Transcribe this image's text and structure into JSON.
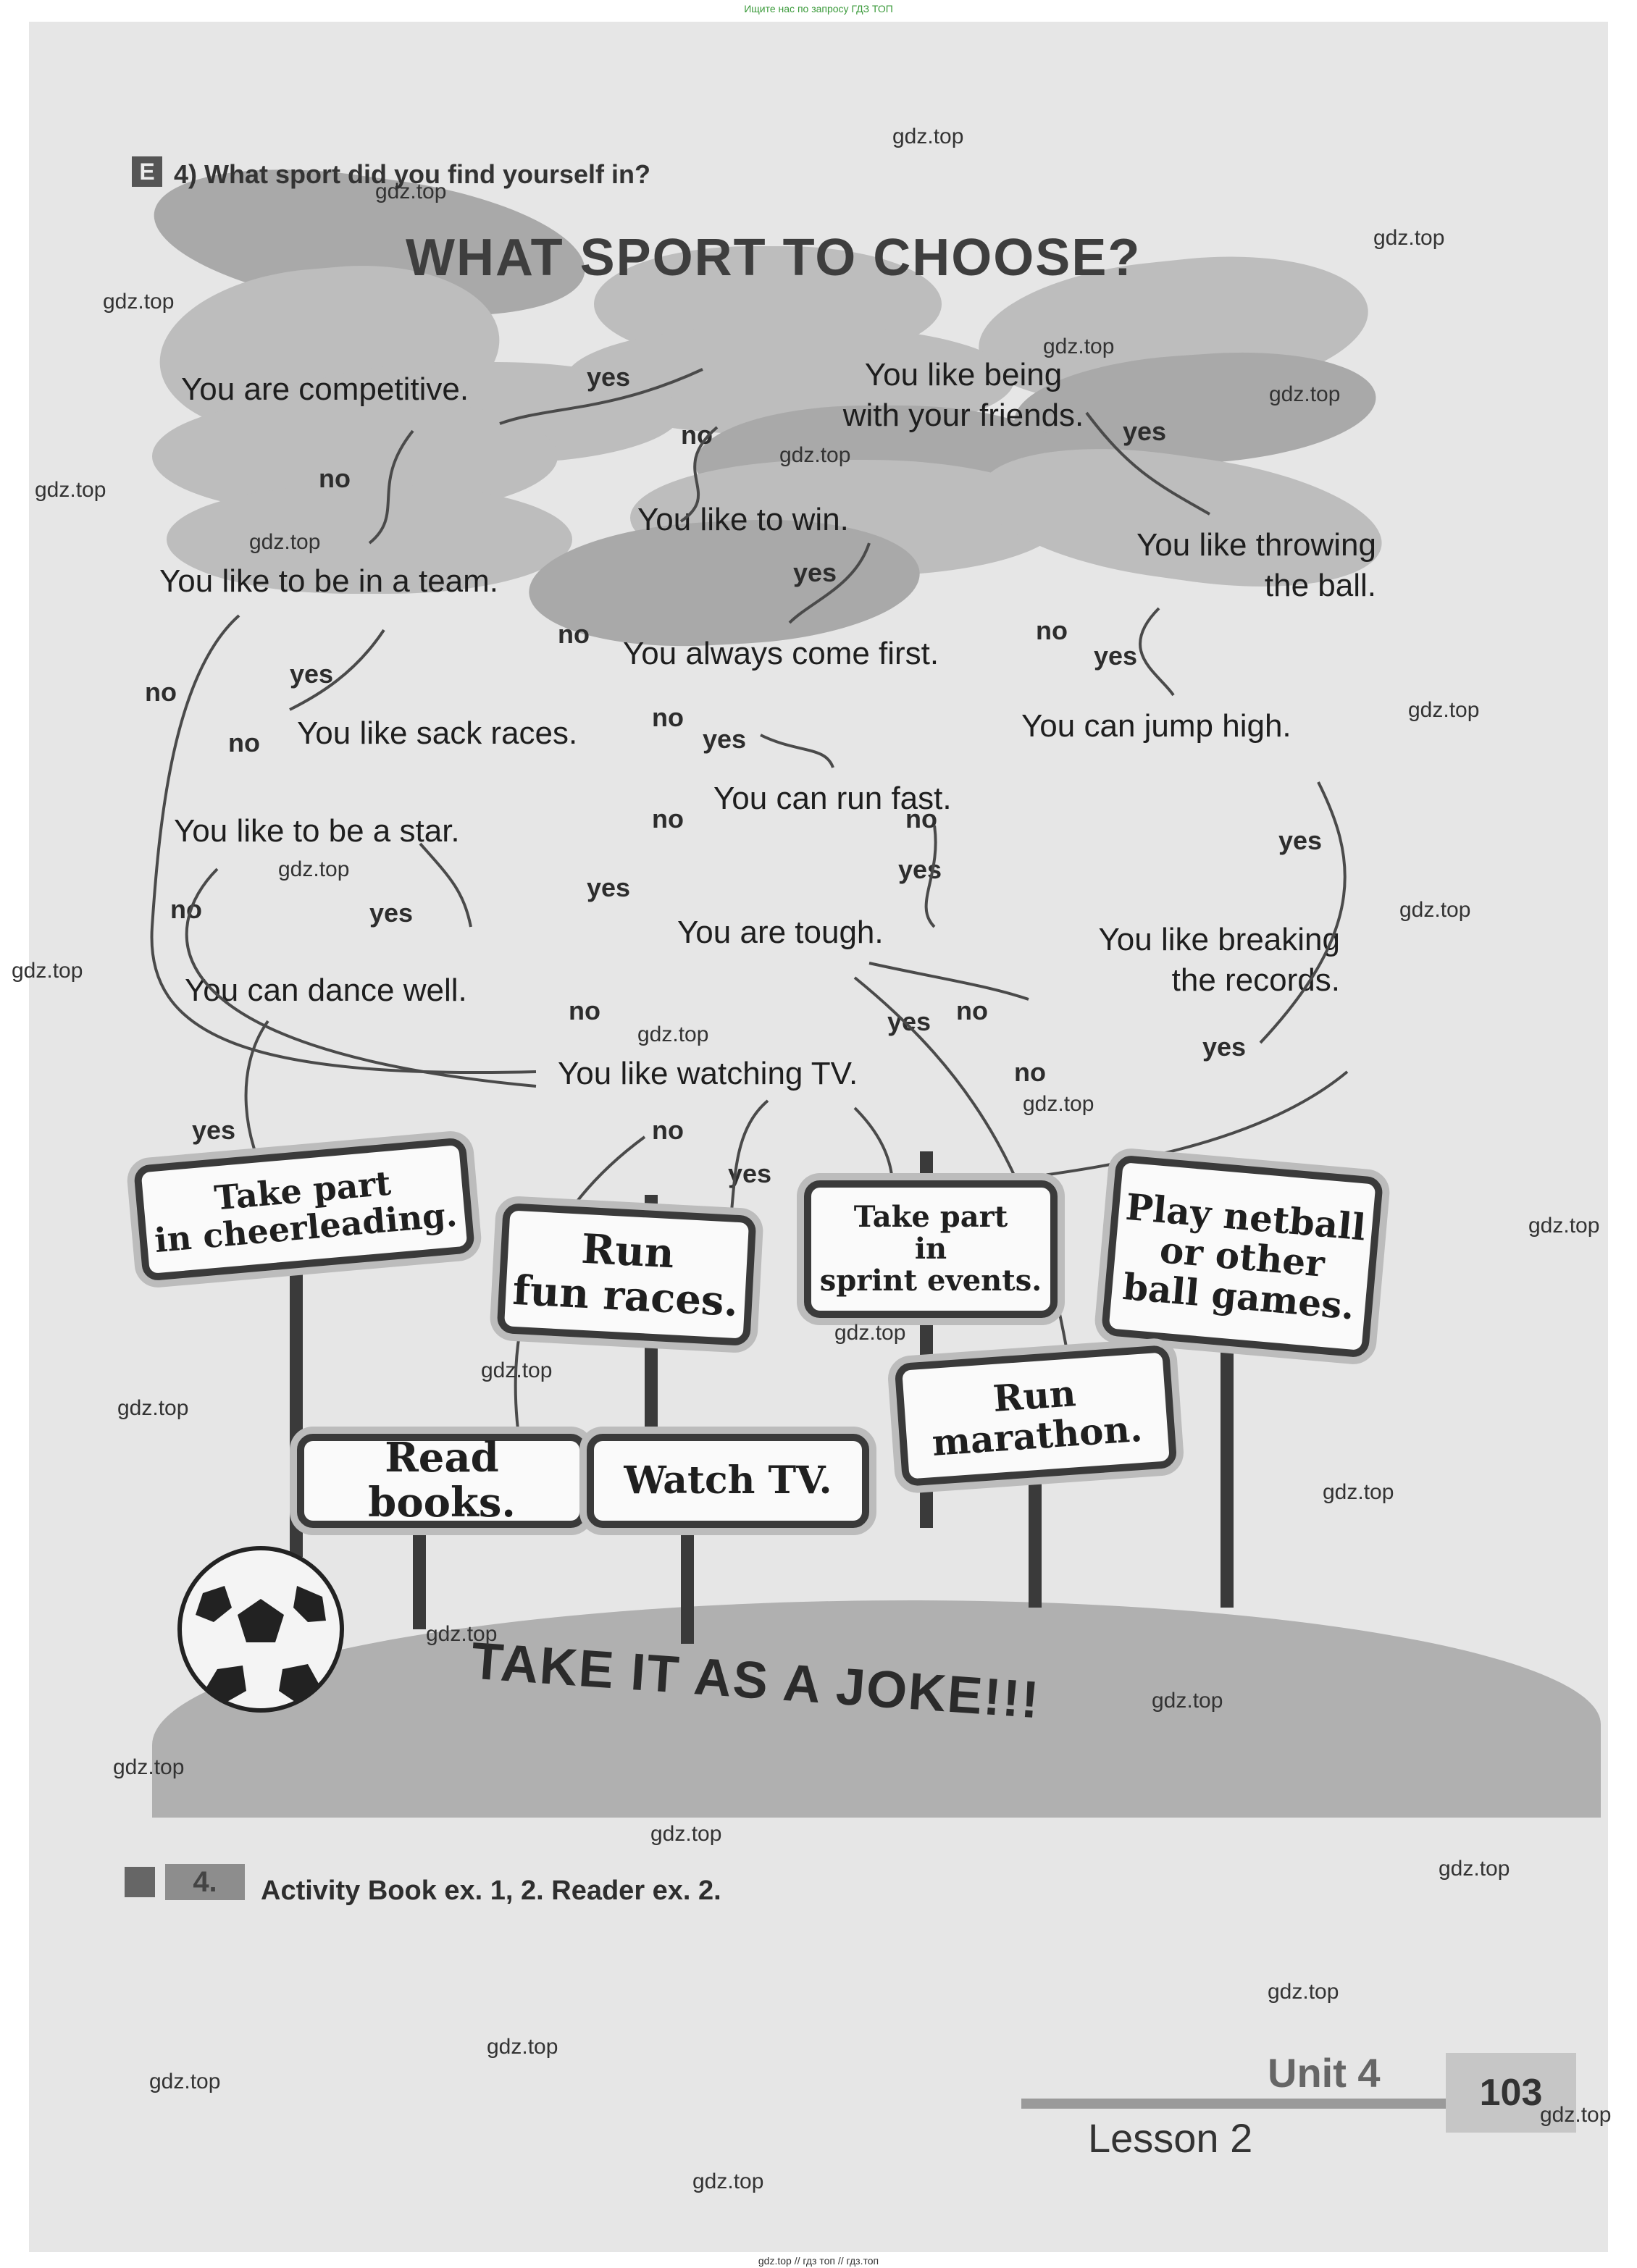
{
  "banners": {
    "top": "Ищите нас по запросу ГДЗ ТОП",
    "bottom": "gdz.top // гдз топ // гдз.топ"
  },
  "exercise": {
    "icon": "E",
    "title": "4) What sport did you find yourself in?"
  },
  "main_title": "WHAT SPORT TO CHOOSE?",
  "nodes": {
    "competitive": "You are competitive.",
    "friends_1": "You like being",
    "friends_2": "with your friends.",
    "team": "You like to be  in a team.",
    "win": "You like to win.",
    "throwing_1": "You like throwing",
    "throwing_2": "the ball.",
    "first": "You always come first.",
    "sack": "You like sack races.",
    "jump": "You can jump high.",
    "run_fast": "You can run fast.",
    "star": "You like to be a star.",
    "tough": "You are tough.",
    "records_1": "You like breaking",
    "records_2": "the records.",
    "dance": "You can dance well.",
    "tv": "You like watching TV."
  },
  "labels": {
    "yes": "yes",
    "no": "no"
  },
  "signs": {
    "cheer_1": "Take part",
    "cheer_2": "in cheerleading.",
    "fun_1": "Run",
    "fun_2": "fun races.",
    "sprint_1": "Take part",
    "sprint_2": "in",
    "sprint_3": "sprint events.",
    "netball_1": "Play netball",
    "netball_2": "or other",
    "netball_3": "ball games.",
    "books": "Read books.",
    "watch": "Watch TV.",
    "marathon_1": "Run",
    "marathon_2": "marathon."
  },
  "joke": "TAKE IT AS A JOKE!!!",
  "activity": {
    "number": "4.",
    "text": "Activity Book ex. 1, 2. Reader ex. 2."
  },
  "footer": {
    "unit": "Unit 4",
    "lesson": "Lesson 2",
    "page": "103"
  },
  "watermark": "gdz.top",
  "icons": [
    "exercise-icon",
    "homework-icon",
    "soccer-ball-icon"
  ]
}
